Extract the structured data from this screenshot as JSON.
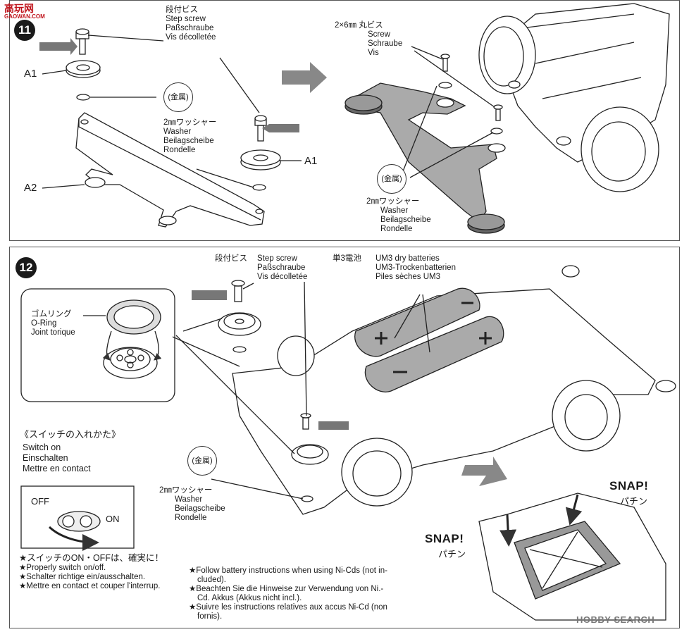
{
  "watermark_top": {
    "brand": "高玩网",
    "url": "GAOWAN.COM"
  },
  "step11": {
    "number": "11",
    "step_screw": {
      "jp": "段付ビス",
      "en": "Step screw",
      "de": "Paßschraube",
      "fr": "Vis décolletée"
    },
    "label_a1_left": "A1",
    "label_a2": "A2",
    "label_a1_right": "A1",
    "metal_badge_left": "(金属)",
    "washer": {
      "jp": "2㎜ワッシャー",
      "en": "Washer",
      "de": "Beilagscheibe",
      "fr": "Rondelle"
    },
    "screw_right": {
      "jp": "2×6㎜ 丸ビス",
      "en": "Screw",
      "de": "Schraube",
      "fr": "Vis"
    },
    "metal_badge_right": "(金属)",
    "washer_right": {
      "jp": "2㎜ワッシャー",
      "en": "Washer",
      "de": "Beilagscheibe",
      "fr": "Rondelle"
    }
  },
  "step12": {
    "number": "12",
    "step_screw": {
      "jp": "段付ビス",
      "en": "Step screw",
      "de": "Paßschraube",
      "fr": "Vis décolletée"
    },
    "batteries": {
      "jp": "単3電池",
      "en": "UM3 dry batteries",
      "de": "UM3-Trockenbatterien",
      "fr": "Piles sèches UM3"
    },
    "oring": {
      "jp": "ゴムリング",
      "en": "O-Ring",
      "fr": "Joint torique"
    },
    "switch": {
      "title": "《スイッチの入れかた》",
      "en": "Switch on",
      "de": "Einschalten",
      "fr": "Mettre en contact"
    },
    "switch_off": "OFF",
    "switch_on": "ON",
    "metal_badge": "(金属)",
    "washer": {
      "jp": "2㎜ワッシャー",
      "en": "Washer",
      "de": "Beilagscheibe",
      "fr": "Rondelle"
    },
    "switch_notes": {
      "jp": "★スイッチのON・OFFは、確実に！",
      "en": "★Properly switch on/off.",
      "de": "★Schalter richtige ein/ausschalten.",
      "fr": "★Mettre en contact et couper l'interrup."
    },
    "battery_notes": [
      "★Follow battery instructions when using Ni-Cds (not in-",
      "cluded).",
      "★Beachten Sie die Hinweise zur Verwendung von Ni.-",
      "Cd. Akkus (Akkus nicht incl.).",
      "★Suivre les instructions relatives aux accus Ni-Cd (non",
      "fornis)."
    ],
    "snap_left": {
      "en": "SNAP!",
      "jp": "パチン"
    },
    "snap_right": {
      "en": "SNAP!",
      "jp": "パチン"
    }
  },
  "watermark_bottom": {
    "brand": "HOBBY",
    "brand2": "SEARCH"
  }
}
